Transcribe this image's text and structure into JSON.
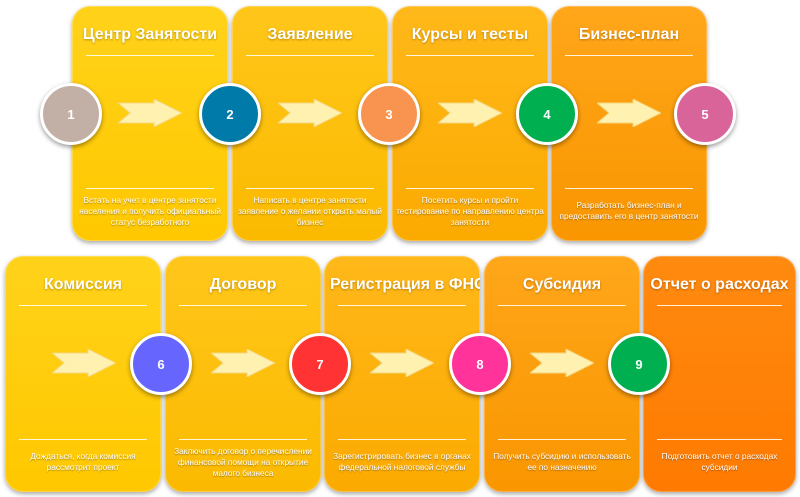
{
  "steps": [
    {
      "num": "1",
      "title": "Центр Занятости",
      "desc": "Встать на учет в центре занятости населения и получить официальный статус безработного",
      "card_color": "#FFCC00",
      "circle_color": "#C2B0A6"
    },
    {
      "num": "2",
      "title": "Заявление",
      "desc": "Написать в центре занятости заявление о желании открыть малый бизнес",
      "card_color": "#FCBE00",
      "circle_color": "#007AA8"
    },
    {
      "num": "3",
      "title": "Курсы и тесты",
      "desc": "Посетить курсы и пройти тестирование по направлению центра занятости",
      "card_color": "#FBAF00",
      "circle_color": "#F99450"
    },
    {
      "num": "4",
      "title": "Бизнес-план",
      "desc": "Разработать бизнес-план и предоставить его в центр занятости",
      "card_color": "#FA9C00",
      "circle_color": "#00B050"
    },
    {
      "num": "5",
      "title": "",
      "desc": "",
      "card_color": "",
      "circle_color": "#D8649A"
    },
    {
      "num": "6",
      "title": "Комиссия",
      "desc": "Дождаться, когда комиссия рассмотрит проект",
      "card_color": "#FFCC00",
      "circle_color": "#6666FF"
    },
    {
      "num": "7",
      "title": "Договор",
      "desc": "Заключить договор о перечислении финансовой помощи на открытие малого бизнеса",
      "card_color": "#FCBE00",
      "circle_color": "#FF3333"
    },
    {
      "num": "8",
      "title": "Регистрация в ФНС",
      "desc": "Зарегистрировать бизнес в органах федеральной налоговой службы",
      "card_color": "#FBAF00",
      "circle_color": "#FF3399"
    },
    {
      "num": "9",
      "title": "Субсидия",
      "desc": "Получить субсидию и использовать ее по назначению",
      "card_color": "#FA9C00",
      "circle_color": "#00B050"
    },
    {
      "num": "",
      "title": "Отчет о расходах",
      "desc": "Подготовить отчет о расходах субсидии",
      "card_color": "#FF7F00",
      "circle_color": ""
    }
  ],
  "arrow_color": "#FFF4C0"
}
